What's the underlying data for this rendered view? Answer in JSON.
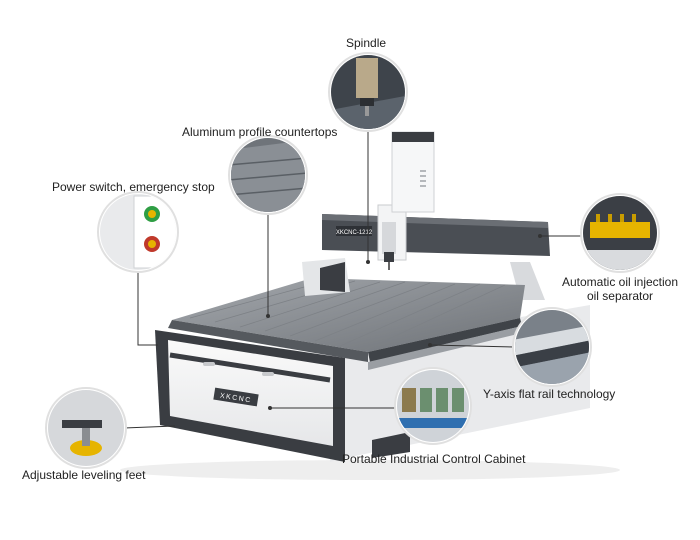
{
  "callouts": {
    "spindle": "Spindle",
    "countertops": "Aluminum profile countertops",
    "power_switch": "Power switch, emergency stop",
    "oil_injection_line1": "Automatic oil injection",
    "oil_injection_line2": "oil separator",
    "rail": "Y-axis flat rail technology",
    "cabinet": "Portable Industrial Control Cabinet",
    "feet": "Adjustable leveling feet"
  },
  "machine": {
    "gantry_badge": "XKCNC-1212",
    "cabinet_brand": "XKCNC"
  },
  "colors": {
    "frame_dark": "#3a3d42",
    "body_white": "#f4f5f6",
    "table_gray": "#8d9196",
    "accent_yellow": "#e6b400",
    "button_green": "#2f9e44",
    "button_red": "#c0392b"
  }
}
